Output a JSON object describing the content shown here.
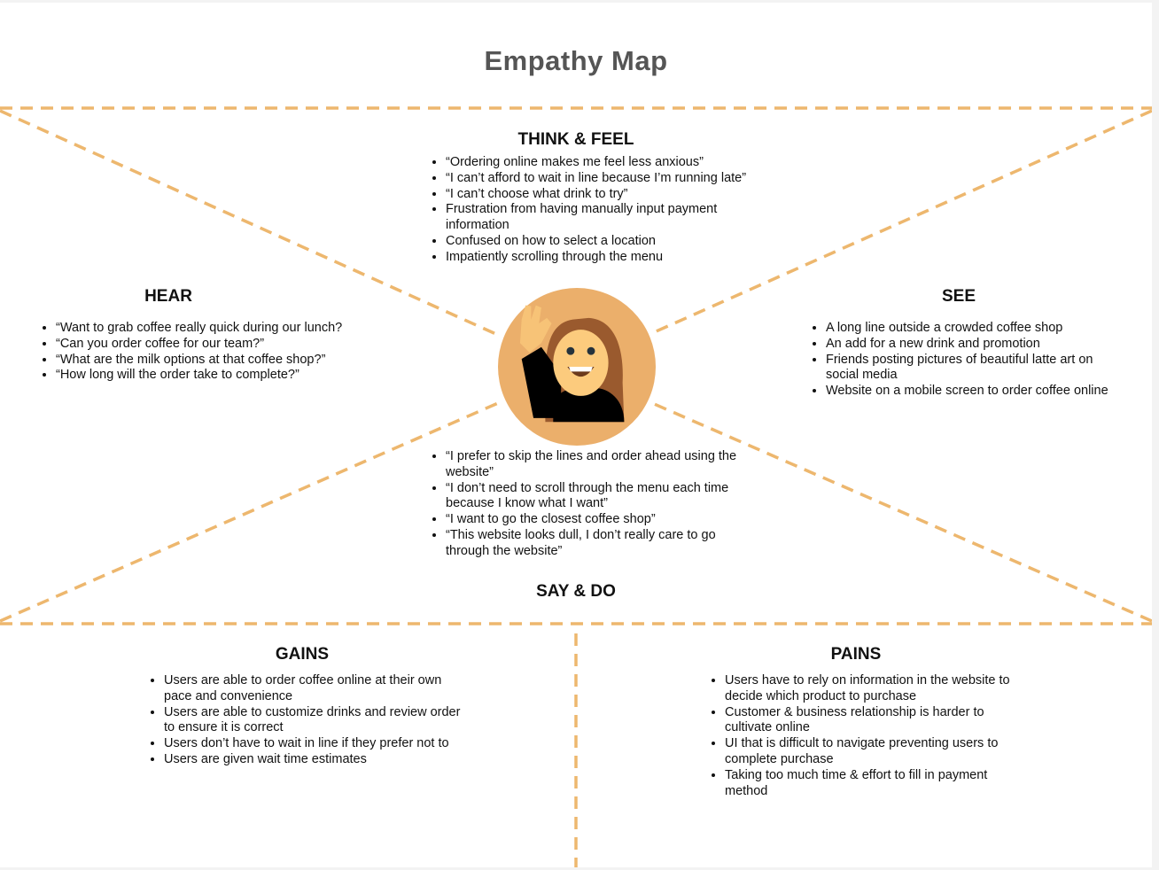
{
  "title": "Empathy Map",
  "colors": {
    "accent": "#EDB76E",
    "avatar_bg": "#EBAF6B"
  },
  "think_feel": {
    "heading": "THINK & FEEL",
    "items": [
      "“Ordering online makes me feel less anxious”",
      "“I can’t afford to wait in line because I’m running late”",
      "“I can’t choose what drink to try”",
      "Frustration from having manually input payment information",
      "Confused on how to select a location",
      "Impatiently scrolling through the menu"
    ]
  },
  "hear": {
    "heading": "HEAR",
    "items": [
      "“Want to grab coffee really quick during our lunch?",
      "“Can you order coffee for our team?”",
      "“What are the milk options at that coffee shop?”",
      "“How long will the order take to complete?”"
    ]
  },
  "see": {
    "heading": "SEE",
    "items": [
      "A long line outside a crowded coffee shop",
      "An add for a new drink and promotion",
      "Friends posting pictures of beautiful latte art on social media",
      "Website on a mobile screen to order coffee online"
    ]
  },
  "say_do": {
    "heading": "SAY & DO",
    "items": [
      "“I prefer to skip the lines and order ahead using the website”",
      "“I don’t need to scroll through the menu each time because I know what I want”",
      "“I want to go the closest coffee shop”",
      "“This website looks dull, I don’t really care to go through the website”"
    ]
  },
  "gains": {
    "heading": "GAINS",
    "items": [
      "Users are able to order coffee online at their own pace and convenience",
      "Users are able to customize drinks and review order to ensure it is correct",
      "Users don’t have to wait in line if they prefer not to",
      "Users are given wait time estimates"
    ]
  },
  "pains": {
    "heading": "PAINS",
    "items": [
      "Users have to rely on information in the website to decide which product to purchase",
      "Customer & business relationship is harder to cultivate online",
      "UI that is difficult to navigate preventing users to complete purchase",
      "Taking too much time & effort to fill in payment method"
    ]
  }
}
